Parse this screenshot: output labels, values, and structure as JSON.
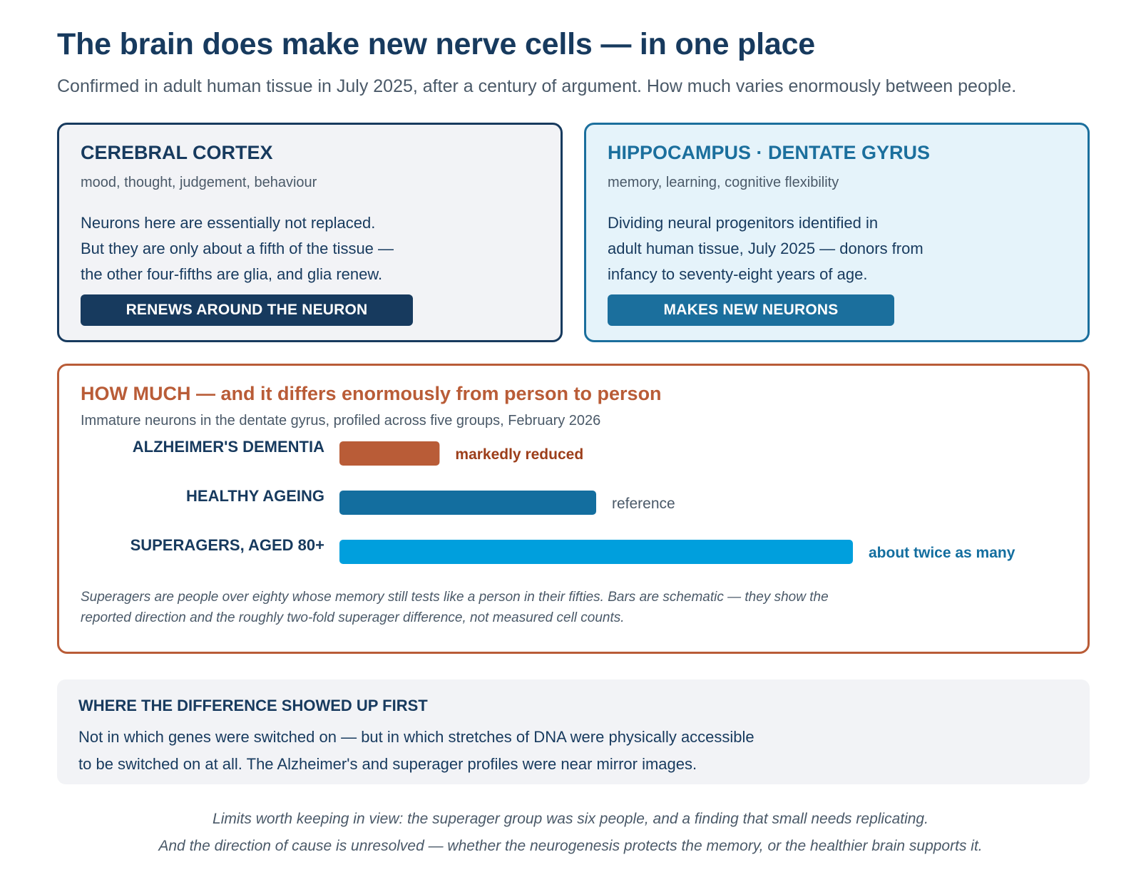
{
  "title": "The brain does make new nerve cells — in one place",
  "subtitle": "Confirmed in adult human tissue in July 2025, after a century of argument. How much varies enormously between people.",
  "cortex": {
    "title": "CEREBRAL CORTEX",
    "subtitle": "mood, thought, judgement, behaviour",
    "lines": [
      "Neurons here are essentially not replaced.",
      "But they are only about a fifth of the tissue —",
      "the other four-fifths are glia, and glia renew."
    ],
    "badge": "RENEWS AROUND THE NEURON"
  },
  "hippocampus": {
    "title": "HIPPOCAMPUS · DENTATE GYRUS",
    "subtitle": "memory, learning, cognitive flexibility",
    "lines": [
      "Dividing neural progenitors identified in",
      "adult human tissue, July 2025 — donors from",
      "infancy to seventy-eight years of age."
    ],
    "badge": "MAKES NEW NEURONS"
  },
  "how_much": {
    "title": "HOW MUCH — and it differs enormously from person to person",
    "subtitle": "Immature neurons in the dentate gyrus, profiled across five groups, February 2026",
    "note_lines": [
      "Superagers are people over eighty whose memory still tests like a person in their fifties. Bars are schematic — they show the",
      "reported direction and the roughly two-fold superager difference, not measured cell counts."
    ]
  },
  "chart_data": {
    "type": "bar",
    "orientation": "horizontal",
    "categories": [
      "ALZHEIMER'S DEMENTIA",
      "HEALTHY AGEING",
      "SUPERAGERS, AGED 80+"
    ],
    "values": [
      0.39,
      1.0,
      2.0
    ],
    "value_note": "schematic, relative to healthy ageing",
    "annotations": [
      "markedly reduced",
      "reference",
      "about twice as many"
    ],
    "colors": [
      "#b95c37",
      "#136e9f",
      "#009fdd"
    ],
    "annotation_colors": [
      "#9c3e1a",
      "#4a5968",
      "#136e9f"
    ],
    "xlim": [
      0,
      2.0
    ],
    "grid": false
  },
  "where": {
    "title": "WHERE THE DIFFERENCE SHOWED UP FIRST",
    "lines": [
      "Not in which genes were switched on — but in which stretches of DNA were physically accessible",
      "to be switched on at all. The Alzheimer's and superager profiles were near mirror images."
    ]
  },
  "limits": {
    "lines": [
      "Limits worth keeping in view: the superager group was six people, and a finding that small needs replicating.",
      "And the direction of cause is unresolved — whether the neurogenesis protects the memory, or the healthier brain supports it."
    ]
  }
}
